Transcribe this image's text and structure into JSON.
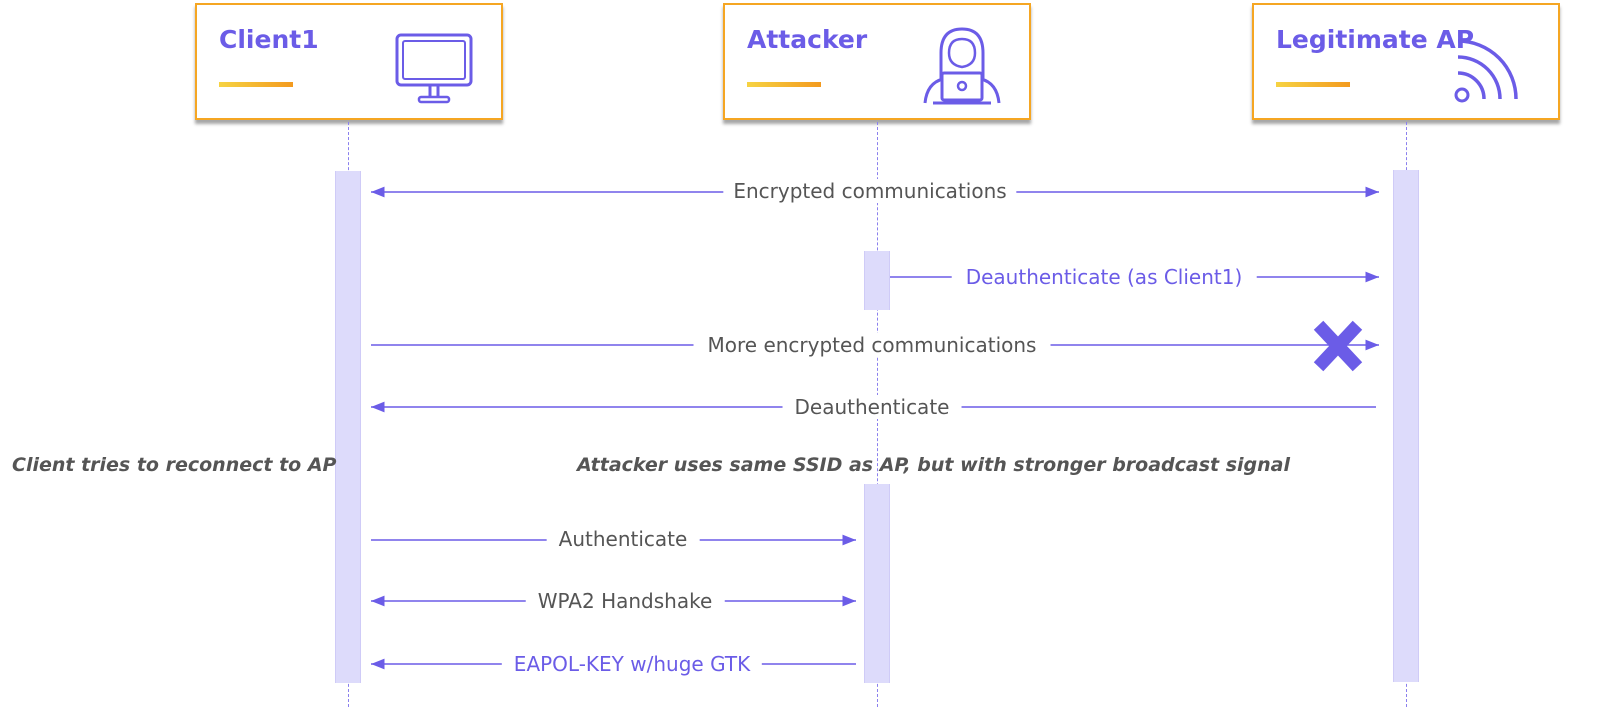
{
  "actors": [
    {
      "name": "Client1",
      "icon": "monitor-icon"
    },
    {
      "name": "Attacker",
      "icon": "hacker-icon"
    },
    {
      "name": "Legitimate AP",
      "icon": "wifi-signal-icon"
    }
  ],
  "messages": [
    {
      "label": "Encrypted communications"
    },
    {
      "label": "Deauthenticate (as Client1)"
    },
    {
      "label": "More encrypted communications"
    },
    {
      "label": "Deauthenticate"
    },
    {
      "label": "Authenticate"
    },
    {
      "label": "WPA2 Handshake"
    },
    {
      "label": "EAPOL-KEY w/huge GTK"
    }
  ],
  "notes": {
    "client": "Client  tries to reconnect to AP",
    "attacker": "Attacker uses  same  SSID  as AP,  but with stronger broadcast signal"
  },
  "colors": {
    "accent": "#6b5ce7",
    "box_border": "#f5a623",
    "activation": "#dddbfb",
    "text": "#555555"
  }
}
